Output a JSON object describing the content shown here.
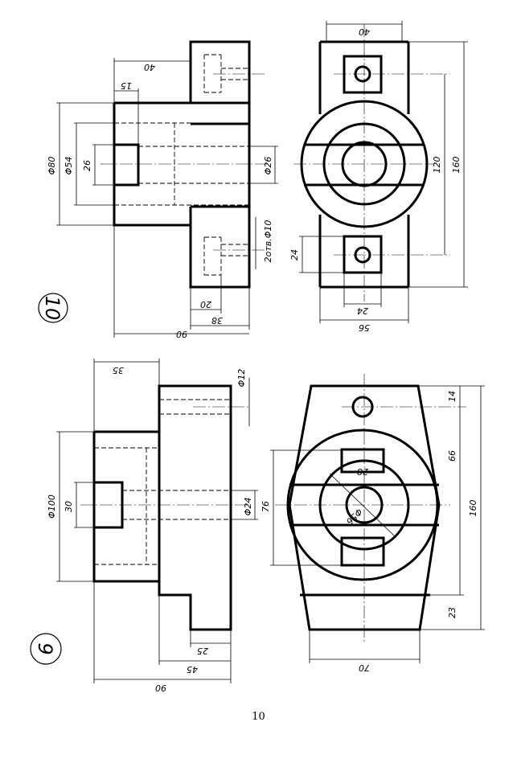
{
  "figure_10": {
    "number": "10",
    "dims": {
      "d80": "Φ80",
      "d54": "Φ54",
      "d26_left": "26",
      "d26": "Φ26",
      "holes": "2отв.Φ10",
      "l40_top": "40",
      "l15": "15",
      "l20": "20",
      "l38": "38",
      "l90": "90",
      "w40": "40",
      "w56": "56",
      "w24_bottom": "24",
      "h24": "24",
      "h120": "120",
      "h160": "160"
    }
  },
  "figure_9": {
    "number": "9",
    "dims": {
      "d100": "Φ100",
      "d30": "30",
      "d24": "Φ24",
      "d12": "Φ12",
      "l35": "35",
      "l25": "25",
      "l45": "45",
      "l90": "90",
      "w28": "28",
      "d56": "Φ56",
      "w76": "76",
      "w70": "70",
      "h14": "14",
      "h66": "66",
      "h160": "160",
      "h23": "23"
    }
  },
  "page_number": "10"
}
